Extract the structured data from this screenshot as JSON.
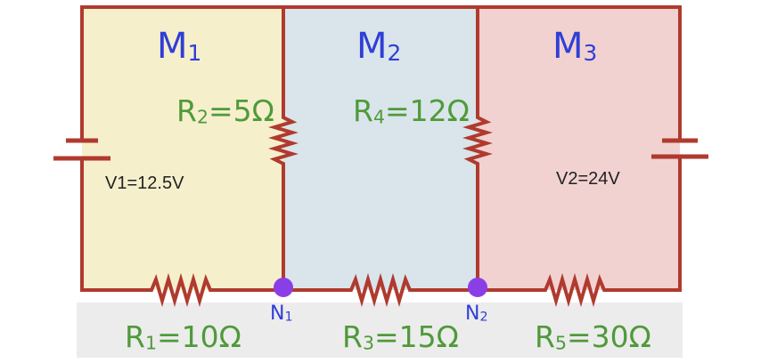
{
  "meshes": [
    {
      "letter": "M",
      "sub": "1"
    },
    {
      "letter": "M",
      "sub": "2"
    },
    {
      "letter": "M",
      "sub": "3"
    }
  ],
  "resistors": {
    "r1": {
      "name": "R",
      "sub": "1",
      "value": "=10Ω"
    },
    "r2": {
      "name": "R",
      "sub": "2",
      "value": "=5Ω"
    },
    "r3": {
      "name": "R",
      "sub": "3",
      "value": "=15Ω"
    },
    "r4": {
      "name": "R",
      "sub": "4",
      "value": "=12Ω"
    },
    "r5": {
      "name": "R",
      "sub": "5",
      "value": "=30Ω"
    }
  },
  "sources": {
    "v1": "V1=12.5V",
    "v2": "V2=24V"
  },
  "nodes": [
    {
      "letter": "N",
      "sub": "1"
    },
    {
      "letter": "N",
      "sub": "2"
    }
  ],
  "colors": {
    "wire": "#b03a2e",
    "mesh1_fill": "#f6efcc",
    "mesh2_fill": "#d9e5ea",
    "mesh3_fill": "#f1d2d0",
    "mesh_text": "#2f3fd6",
    "resistor_text": "#4f9a3a",
    "node_dot": "#8a3fe6"
  }
}
